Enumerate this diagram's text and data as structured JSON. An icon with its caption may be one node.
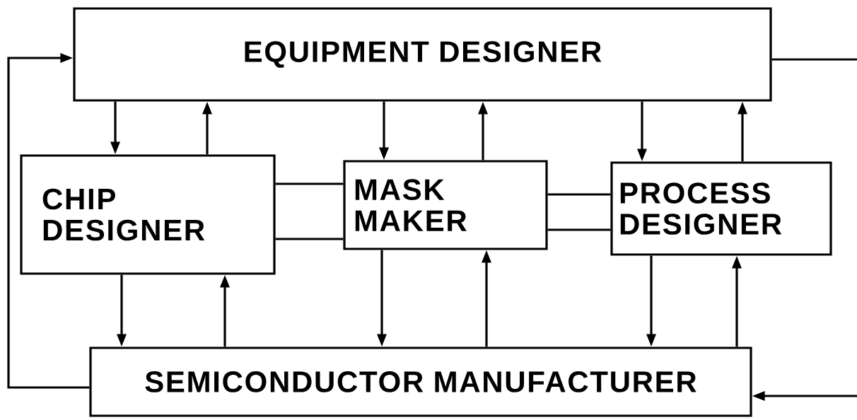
{
  "diagram": {
    "nodes": [
      {
        "text": [
          "EQUIPMENT DESIGNER"
        ]
      },
      {
        "text": [
          "CHIP DESIGNER"
        ]
      },
      {
        "text": [
          "MASK MAKER"
        ]
      },
      {
        "text": [
          "PROCESS DESIGNER"
        ]
      },
      {
        "text": [
          "SEMICONDUCTOR MANUFACTURER"
        ]
      }
    ],
    "edges": [
      {
        "from": 0,
        "to": 1,
        "arrow": "to"
      },
      {
        "from": 1,
        "to": 0,
        "arrow": "to"
      },
      {
        "from": 0,
        "to": 2,
        "arrow": "to"
      },
      {
        "from": 2,
        "to": 0,
        "arrow": "to"
      },
      {
        "from": 0,
        "to": 3,
        "arrow": "to"
      },
      {
        "from": 3,
        "to": 0,
        "arrow": "to"
      },
      {
        "from": 1,
        "to": 4,
        "arrow": "to"
      },
      {
        "from": 4,
        "to": 1,
        "arrow": "to"
      },
      {
        "from": 2,
        "to": 4,
        "arrow": "to"
      },
      {
        "from": 4,
        "to": 2,
        "arrow": "to"
      },
      {
        "from": 3,
        "to": 4,
        "arrow": "to"
      },
      {
        "from": 4,
        "to": 3,
        "arrow": "to"
      },
      {
        "from": 1,
        "to": 2,
        "arrow": "none"
      },
      {
        "from": 1,
        "to": 2,
        "arrow": "none"
      },
      {
        "from": 2,
        "to": 3,
        "arrow": "none"
      },
      {
        "from": 2,
        "to": 3,
        "arrow": "none"
      },
      {
        "from": 4,
        "to": 0,
        "arrow": "to"
      },
      {
        "from": 0,
        "to": null,
        "arrow": "none"
      },
      {
        "from": null,
        "to": 4,
        "arrow": "to"
      }
    ]
  }
}
